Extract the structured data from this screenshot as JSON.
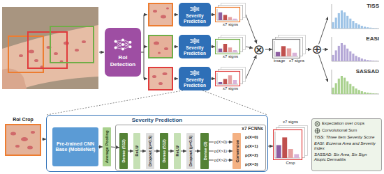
{
  "diagram": {
    "nodes": [
      {
        "text": [
          "RoI Detection"
        ]
      },
      {
        "text": [
          "Severity Prediction"
        ]
      },
      {
        "text": [
          "Severity Prediction"
        ]
      },
      {
        "text": [
          "Severity Prediction"
        ]
      },
      {
        "text": [
          "x7 signs"
        ]
      },
      {
        "text": [
          "x7 signs"
        ]
      },
      {
        "text": [
          "x7 signs"
        ]
      },
      {
        "text": [
          "⊗"
        ]
      },
      {
        "text": [
          "image",
          "x7 signs"
        ]
      },
      {
        "text": [
          "⊕"
        ]
      },
      {
        "text": [
          "TISS"
        ]
      },
      {
        "text": [
          "EASI"
        ]
      },
      {
        "text": [
          "SASSAD"
        ]
      },
      {
        "text": [
          "RoI Crop"
        ]
      },
      {
        "text": [
          "Severity Prediction"
        ]
      },
      {
        "text": [
          "Pre-trained CNN Base (MobileNet)"
        ],
        "in": 14
      },
      {
        "text": [
          "Average Pooling"
        ],
        "in": 14
      },
      {
        "text": [
          "x7 FCNNs"
        ],
        "in": 14
      },
      {
        "text": [
          "Dense (512)"
        ],
        "in": 17
      },
      {
        "text": [
          "ReLU"
        ],
        "in": 17
      },
      {
        "text": [
          "Dropout (p=0.5)"
        ],
        "in": 17
      },
      {
        "text": [
          "Dense (512)"
        ],
        "in": 17
      },
      {
        "text": [
          "ReLU"
        ],
        "in": 17
      },
      {
        "text": [
          "Dropout (p=0.5)"
        ],
        "in": 17
      },
      {
        "text": [
          "Dense (3)"
        ],
        "in": 17
      },
      {
        "text": [
          "Conversion"
        ],
        "in": 17
      },
      {
        "text": [
          "x7 signs",
          "Crop"
        ]
      }
    ],
    "edges": [
      {
        "from": 1,
        "to": 4,
        "arrow": "to"
      },
      {
        "from": 2,
        "to": 5,
        "arrow": "to"
      },
      {
        "from": 3,
        "to": 6,
        "arrow": "to"
      },
      {
        "from": 4,
        "to": 7,
        "arrow": "to"
      },
      {
        "from": 5,
        "to": 7,
        "arrow": "to"
      },
      {
        "from": 6,
        "to": 7,
        "arrow": "to"
      },
      {
        "from": 7,
        "to": 8,
        "arrow": "to"
      },
      {
        "from": 8,
        "to": 9,
        "arrow": "to"
      },
      {
        "from": 9,
        "to": 10,
        "arrow": "to"
      },
      {
        "from": 9,
        "to": 11,
        "arrow": "to"
      },
      {
        "from": 9,
        "to": 12,
        "arrow": "to"
      },
      {
        "from": 13,
        "to": 14,
        "arrow": "to"
      },
      {
        "from": 15,
        "to": 16,
        "arrow": "to"
      },
      {
        "from": 16,
        "to": 18,
        "arrow": "to"
      },
      {
        "from": 18,
        "to": 19,
        "arrow": "to"
      },
      {
        "from": 19,
        "to": 20,
        "arrow": "to"
      },
      {
        "from": 20,
        "to": 21,
        "arrow": "to"
      },
      {
        "from": 21,
        "to": 22,
        "arrow": "to"
      },
      {
        "from": 22,
        "to": 23,
        "arrow": "to"
      },
      {
        "from": 23,
        "to": 24,
        "arrow": "to"
      },
      {
        "from": 24,
        "to": 25,
        "label": "p(X>0)",
        "arrow": "to"
      },
      {
        "from": 24,
        "to": 25,
        "label": "p(X>1)",
        "arrow": "to"
      },
      {
        "from": 24,
        "to": 25,
        "label": "p(X>2)",
        "arrow": "to"
      },
      {
        "from": 14,
        "to": 26,
        "arrow": "to"
      }
    ],
    "labels": [
      "p(X=0)",
      "p(X=1)",
      "p(X=2)",
      "p(X=3)"
    ],
    "legend": [
      {
        "text": "Expectation over crops"
      },
      {
        "text": "Convolutional Sum"
      },
      {
        "text": "TISS: Three Item Severity Score"
      },
      {
        "text": "EASI: Eczema Area and Severity Index"
      },
      {
        "text": "SASSAD: Six Area, Six Sign Atopic Dermatitis"
      }
    ]
  }
}
